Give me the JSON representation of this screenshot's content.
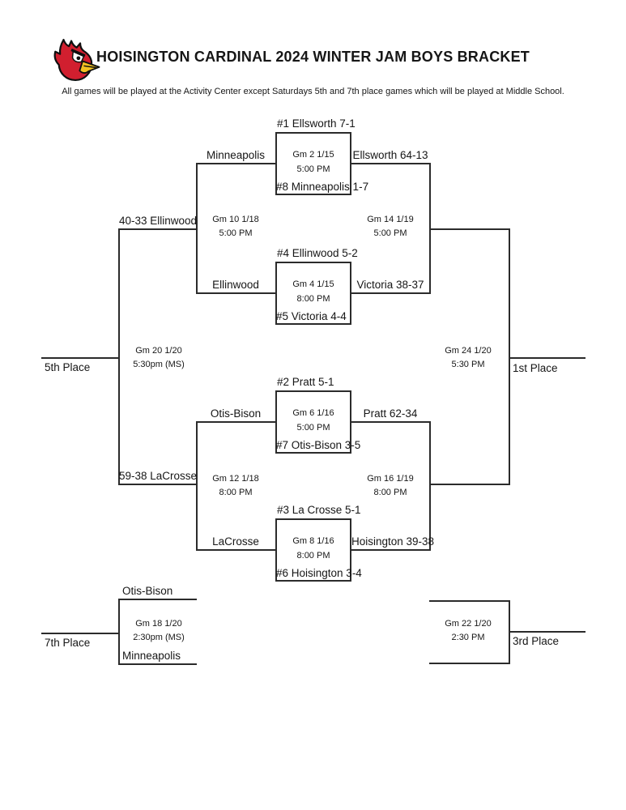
{
  "page": {
    "title": "HOISINGTON CARDINAL 2024 WINTER JAM BOYS BRACKET",
    "subtitle": "All games will be played at the Activity Center except Saturdays 5th and 7th place games which will be played at Middle School.",
    "logo_icon": "cardinal-head-logo",
    "colors": {
      "line": "#2b2b2b",
      "logo_red": "#d11f2f",
      "logo_gold": "#f3c221",
      "logo_outline": "#0f0f0f"
    }
  },
  "first_round": [
    {
      "game": "Gm 2 1/15",
      "time": "5:00 PM",
      "seed_top": "#1 Ellsworth 7-1",
      "seed_bottom": "#8 Minneapolis 1-7",
      "loser": "Minneapolis",
      "winner": "Ellsworth 64-13"
    },
    {
      "game": "Gm 4 1/15",
      "time": "8:00 PM",
      "seed_top": "#4 Ellinwood 5-2",
      "seed_bottom": "#5 Victoria 4-4",
      "loser": "Ellinwood",
      "winner": "Victoria 38-37"
    },
    {
      "game": "Gm 6 1/16",
      "time": "5:00 PM",
      "seed_top": "#2 Pratt 5-1",
      "seed_bottom": "#7 Otis-Bison 3-5",
      "loser": "Otis-Bison",
      "winner": "Pratt 62-34"
    },
    {
      "game": "Gm 8 1/16",
      "time": "8:00 PM",
      "seed_top": "#3 La Crosse 5-1",
      "seed_bottom": "#6 Hoisington 3-4",
      "loser": "LaCrosse",
      "winner": "Hoisington 39-38"
    }
  ],
  "consolation": {
    "gm10": {
      "game": "Gm 10 1/18",
      "time": "5:00 PM",
      "winner": "40-33 Ellinwood"
    },
    "gm12": {
      "game": "Gm 12 1/18",
      "time": "8:00 PM",
      "winner": "59-38 LaCrosse"
    },
    "gm20": {
      "game": "Gm 20 1/20",
      "time": "5:30pm (MS)",
      "place": "5th Place"
    },
    "gm18": {
      "game": "Gm 18 1/20",
      "time": "2:30pm (MS)",
      "place": "7th Place",
      "team_top": "Otis-Bison",
      "team_bottom": "Minneapolis"
    }
  },
  "championship": {
    "gm14": {
      "game": "Gm 14 1/19",
      "time": "5:00 PM"
    },
    "gm16": {
      "game": "Gm 16 1/19",
      "time": "8:00 PM"
    },
    "gm24": {
      "game": "Gm 24 1/20",
      "time": "5:30 PM",
      "place": "1st Place"
    },
    "gm22": {
      "game": "Gm 22 1/20",
      "time": "2:30 PM",
      "place": "3rd Place"
    }
  }
}
